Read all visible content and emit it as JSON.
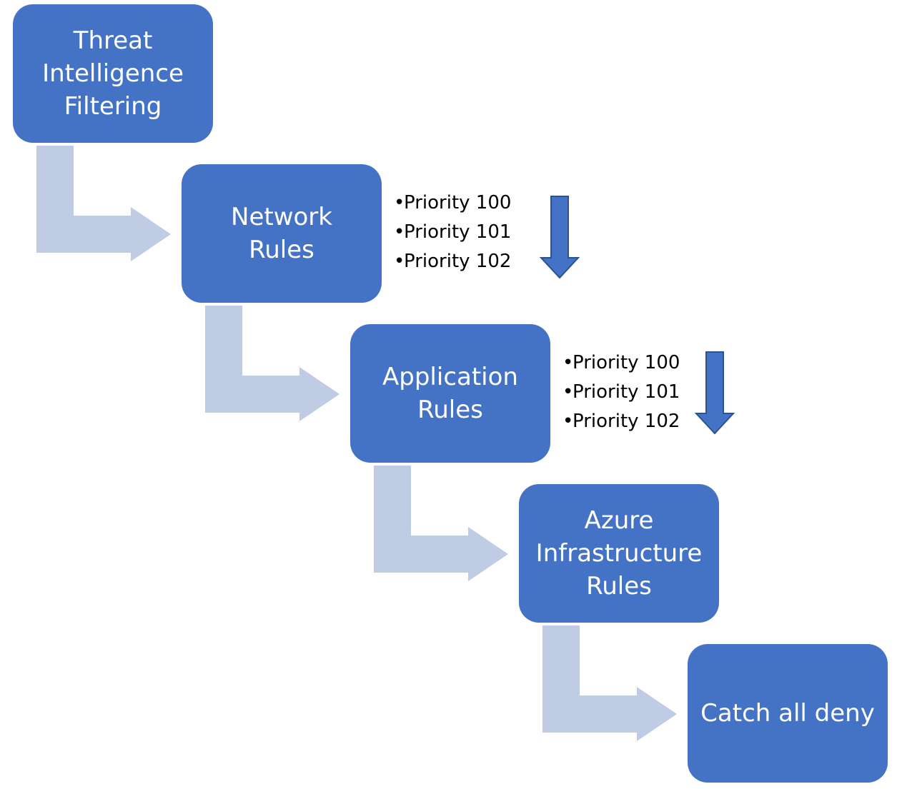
{
  "colors": {
    "box_fill": "#4472c4",
    "box_text": "#ffffff",
    "connector_fill": "#c0cbe4",
    "order_arrow_fill": "#4472c4",
    "order_arrow_stroke": "#2f528f",
    "list_text": "#000000"
  },
  "steps": [
    {
      "label": "Threat\nIntelligence\nFiltering"
    },
    {
      "label": "Network\nRules"
    },
    {
      "label": "Application\nRules"
    },
    {
      "label": "Azure\nInfrastructure\nRules"
    },
    {
      "label": "Catch all deny"
    }
  ],
  "priority_lists": [
    {
      "step": "Network Rules",
      "items": [
        "Priority 100",
        "Priority 101",
        "Priority 102"
      ]
    },
    {
      "step": "Application Rules",
      "items": [
        "Priority 100",
        "Priority 101",
        "Priority 102"
      ]
    }
  ],
  "icons": {
    "connector": "bent-arrow-icon",
    "order": "down-arrow-icon",
    "bullet": "•"
  }
}
